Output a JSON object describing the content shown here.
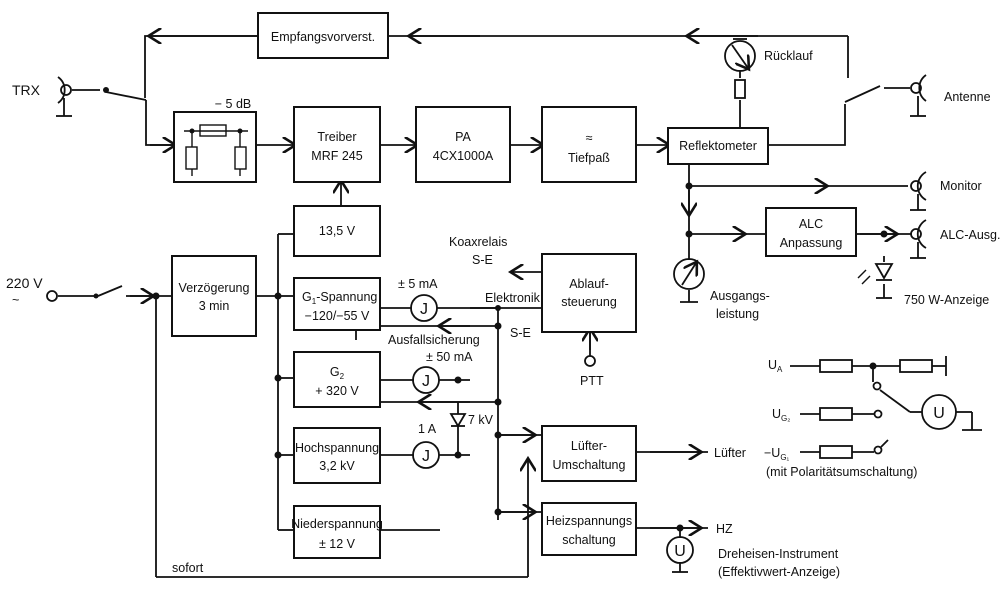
{
  "blocks": {
    "empfangs": "Empfangsvorverst.",
    "attenuator": "− 5 dB",
    "treiber_1": "Treiber",
    "treiber_2": "MRF 245",
    "pa_1": "PA",
    "pa_2": "4CX1000A",
    "tiefpass_sym": "≈",
    "tiefpass": "Tiefpaß",
    "reflekto": "Reflektometer",
    "v135": "13,5 V",
    "verz_1": "Verzögerung",
    "verz_2": "3 min",
    "g1_1": "G",
    "g1_sub": "1",
    "g1_2": "-Spannung",
    "g1_3": "−120/−55 V",
    "g2_1": "G",
    "g2_sub": "2",
    "g2_2": "+ 320 V",
    "hv_1": "Hochspannung",
    "hv_2": "3,2 kV",
    "nd_1": "Niederspannung",
    "nd_2": "± 12 V",
    "ablauf_1": "Ablauf-",
    "ablauf_2": "steuerung",
    "alc_1": "ALC",
    "alc_2": "Anpassung",
    "luefter_1": "Lüfter-",
    "luefter_2": "Umschaltung",
    "heiz_1": "Heizspannungs",
    "heiz_2": "schaltung"
  },
  "labels": {
    "trx": "TRX",
    "antenne": "Antenne",
    "ruecklauf": "Rücklauf",
    "monitor": "Monitor",
    "alc_ausg": "ALC-Ausg.",
    "w_anzeige": "750 W-Anzeige",
    "ausgangs_1": "Ausgangs-",
    "ausgangs_2": "leistung",
    "v220_1": "220 V",
    "v220_2": "~",
    "koax_1": "Koaxrelais",
    "koax_2": "S-E",
    "elektronik": "Elektronik",
    "se": "S-E",
    "ausfall": "Ausfallsicherung",
    "ma5": "± 5 mA",
    "ma50": "± 50 mA",
    "kv7": "7 kV",
    "a1": "1 A",
    "ptt": "PTT",
    "luefter": "Lüfter",
    "hz": "HZ",
    "sofort": "sofort",
    "dreheisen_1": "Dreheisen-Instrument",
    "dreheisen_2": "(Effektivwert-Anzeige)",
    "ua": "U",
    "ua_sub": "A",
    "ug2": "U",
    "ug2_sub": "G₂",
    "ug1": "−U",
    "ug1_sub": "G₁",
    "polaritaet": "(mit Polaritätsumschaltung)",
    "meter_j": "J",
    "meter_u": "U"
  }
}
